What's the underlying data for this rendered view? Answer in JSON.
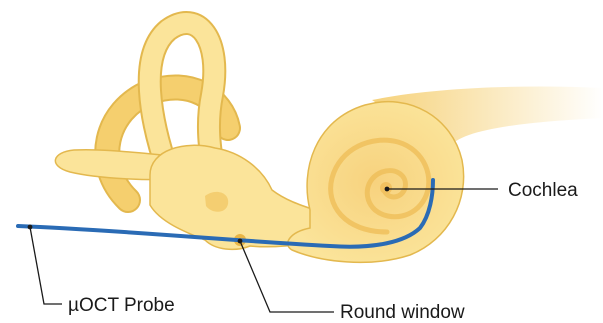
{
  "labels": {
    "cochlea": "Cochlea",
    "probe": "µOCT Probe",
    "round_window": "Round window"
  },
  "colors": {
    "bone_fill": "#FBE49A",
    "bone_stroke": "#E3B84E",
    "bone_shadow": "#F2C866",
    "bone_dark": "#E9B545",
    "probe": "#2A6BB5",
    "leader_line": "#1a1a1a",
    "nerve_start": "#F6D27A",
    "nerve_end": "#FFFFFF"
  },
  "icons": {
    "probe_tip": "dot",
    "label_anchor": "dot"
  }
}
